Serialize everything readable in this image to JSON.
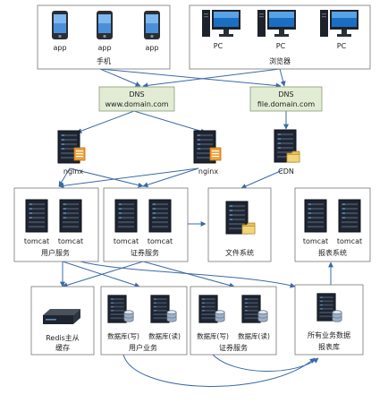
{
  "mobile": {
    "phone_label": "app",
    "group_label": "手机"
  },
  "browser": {
    "pc_label": "PC",
    "group_label": "浏览器"
  },
  "dns": {
    "title": "DNS",
    "left_domain": "www.domain.com",
    "right_domain": "file.domain.com",
    "fill_color": "#e2ecd4"
  },
  "edge": {
    "nginx_label": "nginx",
    "cdn_label": "CDN"
  },
  "services": {
    "tomcat_label": "tomcat",
    "user_service": "用户服务",
    "stock_service": "证券服务",
    "file_system": "文件系统",
    "report_system": "报表系统"
  },
  "data_layer": {
    "redis_line1": "Redis主从",
    "redis_line2": "缓存",
    "db_write": "数据库(写)",
    "db_read": "数据库(读)",
    "user_business": "用户业务",
    "stock_service": "证券服务",
    "report_db_line1": "所有业务数据",
    "report_db_line2": "报表库"
  },
  "colors": {
    "arrow": "#3a6aa8",
    "server": "#1e2430",
    "server_light": "#5a8ab5",
    "monitor": "#1a6fc2"
  }
}
